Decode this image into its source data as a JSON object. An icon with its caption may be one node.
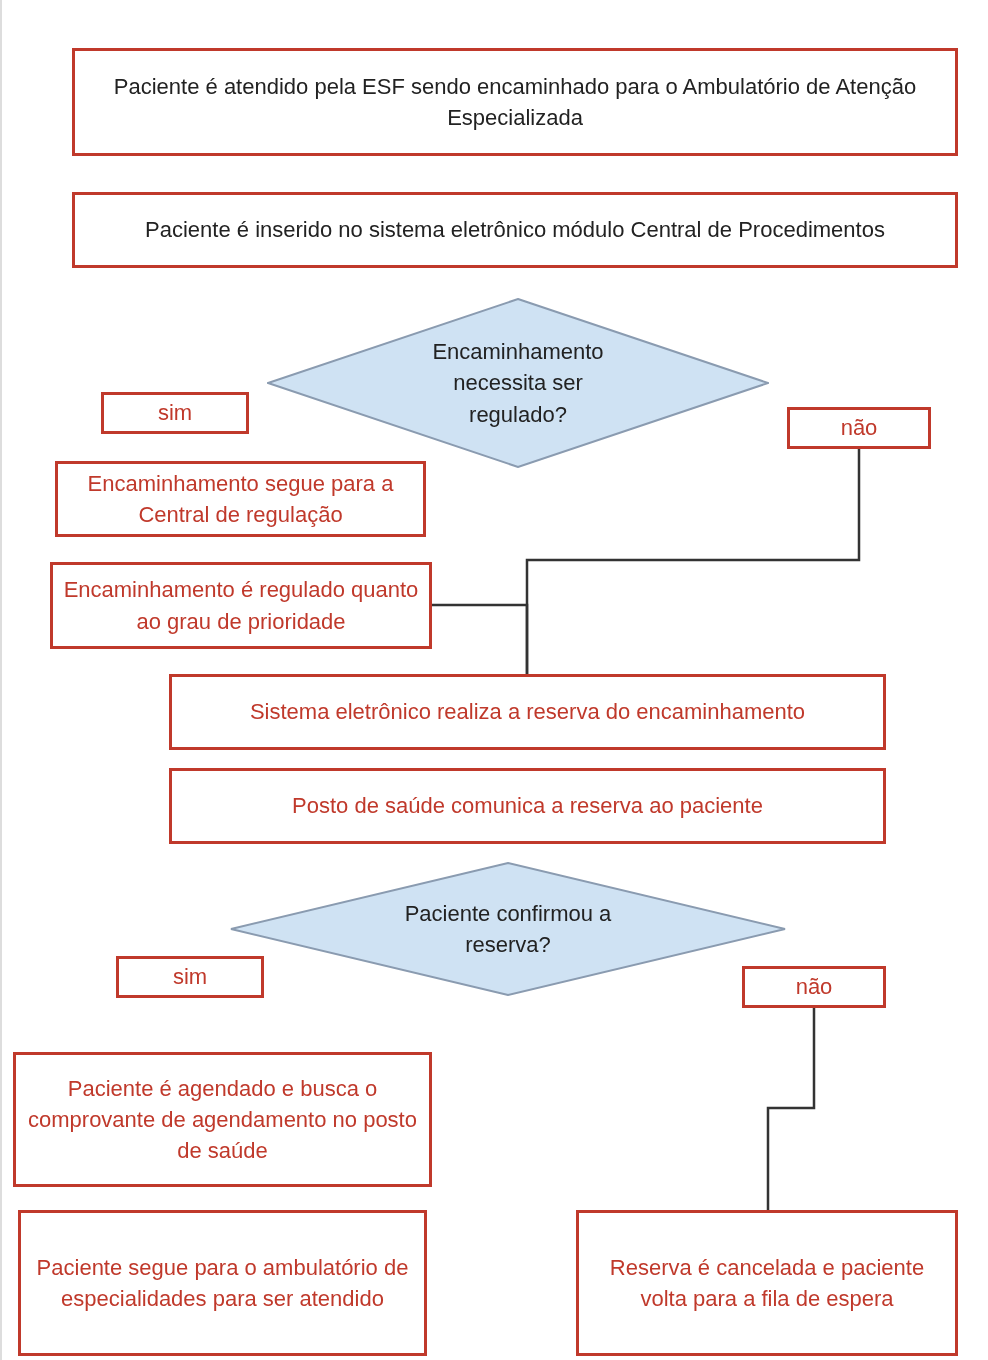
{
  "diagram": {
    "nodes": [
      {
        "text": [
          "Paciente é atendido pela ESF sendo encaminhado para o Ambulatório de Atenção Especializada"
        ]
      },
      {
        "text": [
          "Paciente é inserido no sistema eletrônico módulo Central de Procedimentos"
        ]
      },
      {
        "text": [
          "Encaminhamento necessita ser regulado?"
        ]
      },
      {
        "text": [
          "sim"
        ]
      },
      {
        "text": [
          "não"
        ]
      },
      {
        "text": [
          "Encaminhamento segue para a Central de regulação"
        ]
      },
      {
        "text": [
          "Encaminhamento é regulado quanto ao grau de prioridade"
        ]
      },
      {
        "text": [
          "Sistema eletrônico realiza a reserva do encaminhamento"
        ]
      },
      {
        "text": [
          "Posto de saúde comunica a reserva ao paciente"
        ]
      },
      {
        "text": [
          "Paciente confirmou a reserva?"
        ]
      },
      {
        "text": [
          "sim"
        ]
      },
      {
        "text": [
          "não"
        ]
      },
      {
        "text": [
          "Paciente é agendado e busca o comprovante de agendamento no posto de saúde"
        ]
      },
      {
        "text": [
          "Paciente segue para o ambulatório de especialidades para ser atendido"
        ]
      },
      {
        "text": [
          "Reserva é cancelada e paciente volta para a fila de espera"
        ]
      }
    ],
    "edges": [
      {
        "from": 4,
        "to": 7,
        "arrow": "none"
      },
      {
        "from": 6,
        "to": 7,
        "arrow": "none"
      },
      {
        "from": 11,
        "to": 14,
        "arrow": "none"
      }
    ]
  }
}
